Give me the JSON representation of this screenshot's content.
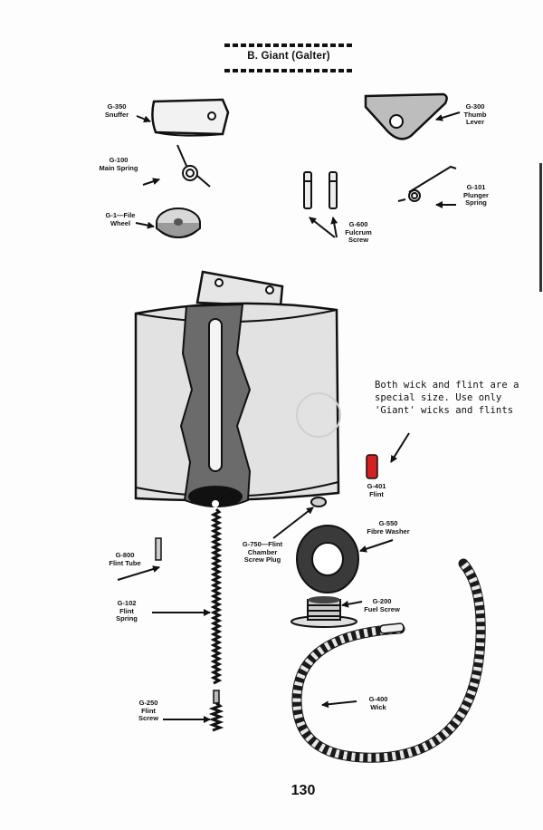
{
  "section": {
    "title": "B. Giant (Galter)"
  },
  "parts": {
    "g350": {
      "code": "G-350",
      "name": "Snuffer"
    },
    "g300": {
      "code": "G-300",
      "name": "Thumb",
      "name2": "Lever"
    },
    "g100": {
      "code": "G-100",
      "name": "Main Spring"
    },
    "g101": {
      "code": "G-101",
      "name": "Plunger",
      "name2": "Spring"
    },
    "g1": {
      "code": "G-1—File",
      "name": "Wheel"
    },
    "g600": {
      "code": "G-600",
      "name": "Fulcrum",
      "name2": "Screw"
    },
    "g401": {
      "code": "G-401",
      "name": "Flint"
    },
    "g550": {
      "code": "G-550",
      "name": "Fibre Washer"
    },
    "g750": {
      "code": "G-750—Flint",
      "name": "Chamber",
      "name2": "Screw Plug"
    },
    "g800": {
      "code": "G-800",
      "name": "Flint Tube"
    },
    "g102": {
      "code": "G-102",
      "name": "Flint",
      "name2": "Spring"
    },
    "g200": {
      "code": "G-200",
      "name": "Fuel Screw"
    },
    "g250": {
      "code": "G-250",
      "name": "Flint",
      "name2": "Screw"
    },
    "g400": {
      "code": "G-400",
      "name": "Wick"
    }
  },
  "note": "Both wick and flint are a\nspecial size. Use only\n'Giant' wicks and flints",
  "page": {
    "number": "130"
  },
  "colors": {
    "flint": "#d42020",
    "ink": "#111111",
    "body": "#e2e2e2",
    "cutaway": "#6b6b6b"
  }
}
